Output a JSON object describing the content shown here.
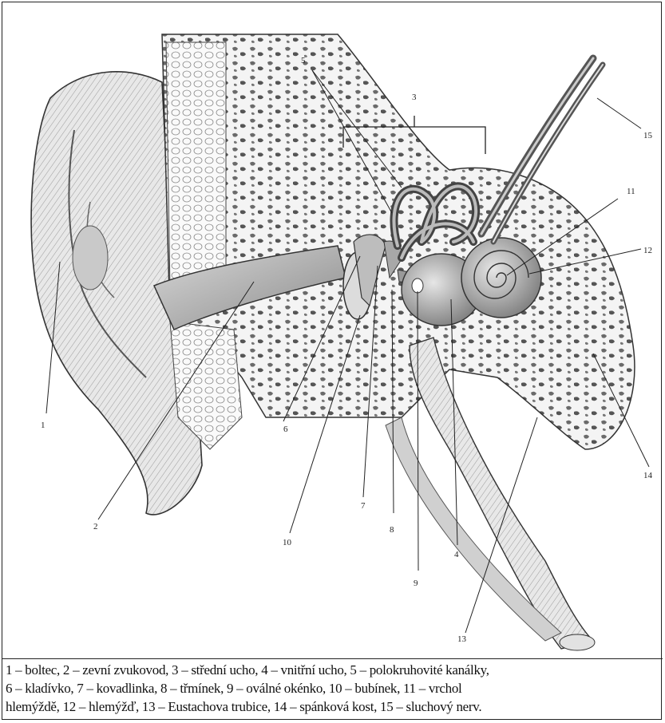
{
  "labels": [
    {
      "num": "1"
    },
    {
      "num": "2"
    },
    {
      "num": "3"
    },
    {
      "num": "4"
    },
    {
      "num": "5"
    },
    {
      "num": "6"
    },
    {
      "num": "7"
    },
    {
      "num": "8"
    },
    {
      "num": "9"
    },
    {
      "num": "10"
    },
    {
      "num": "11"
    },
    {
      "num": "12"
    },
    {
      "num": "13"
    },
    {
      "num": "14"
    },
    {
      "num": "15"
    }
  ],
  "caption": {
    "line1": "1 – boltec, 2 – zevní zvukovod, 3 – střední ucho, 4 – vnitřní ucho, 5 – polokruhovité kanálky,",
    "line2": "6 – kladívko, 7 – kovadlinka, 8 – třmínek, 9 – oválné okénko, 10 – bubínek, 11 – vrchol",
    "line3": "hlemýždě, 12 – hlemýžď, 13 – Eustachova trubice, 14 – spánková kost, 15 – sluchový nerv."
  }
}
